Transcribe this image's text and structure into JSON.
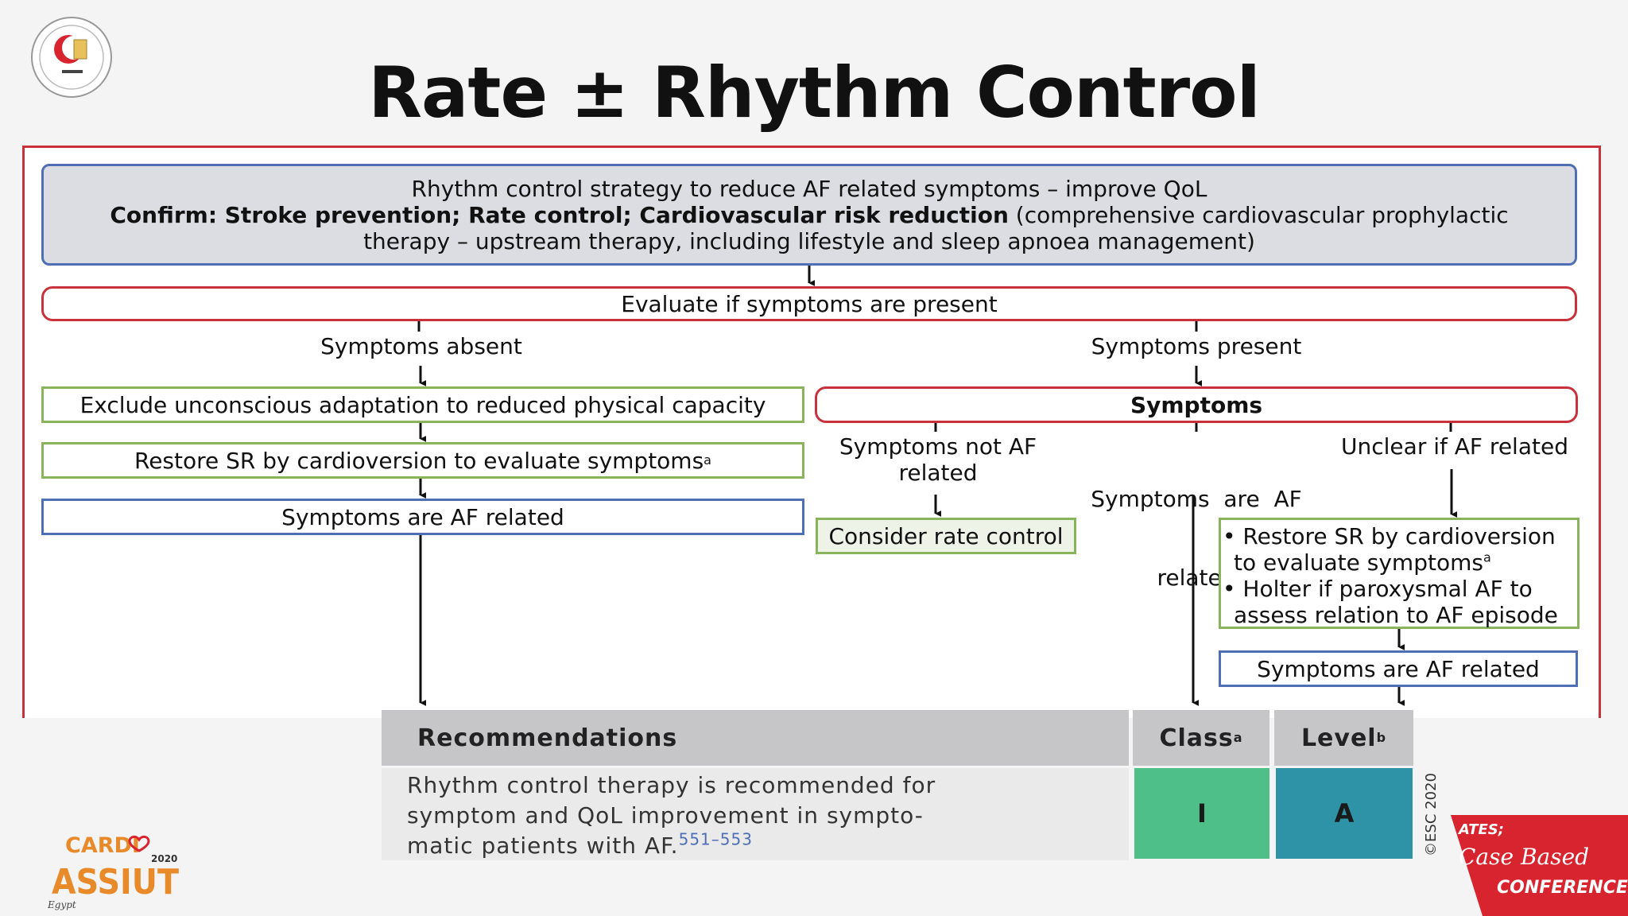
{
  "title": "Rate ± Rhythm Control",
  "flow": {
    "top_line1": "Rhythm control strategy to reduce AF related symptoms – improve QoL",
    "top_line2_bold": "Confirm: Stroke prevention; Rate control; Cardiovascular risk reduction",
    "top_line2_rest": " (comprehensive cardiovascular prophylactic",
    "top_line3": "therapy – upstream therapy, including lifestyle and sleep apnoea management)",
    "evaluate": "Evaluate if symptoms are present",
    "symptoms_absent": "Symptoms absent",
    "symptoms_present": "Symptoms present",
    "exclude": "Exclude unconscious adaptation to reduced physical capacity",
    "restore_sr": "Restore SR by cardioversion to evaluate symptoms",
    "restore_sup": "a",
    "af_related_left": "Symptoms are AF related",
    "symptoms_box": "Symptoms",
    "not_af_related_l1": "Symptoms not AF",
    "not_af_related_l2": "related",
    "are_af_related_l1": "Symptoms  are  AF",
    "are_af_related_l2": "related",
    "unclear": "Unclear if AF related",
    "rate_control": "Consider rate control",
    "bullet1_l1": "• Restore SR by cardioversion",
    "bullet1_l2": "to evaluate symptoms",
    "bullet1_sup": "a",
    "bullet2_l1": "• Holter if paroxysmal AF to",
    "bullet2_l2": "assess relation to AF episode",
    "af_related_right": "Symptoms are AF related"
  },
  "recommendations": {
    "header": "Recommendations",
    "class_header": "Class",
    "class_sup": "a",
    "level_header": "Level",
    "level_sup": "b",
    "text_l1": "Rhythm control therapy is recommended for",
    "text_l2": "symptom and QoL improvement in sympto-",
    "text_l3": "matic patients with AF.",
    "refs": "551–553",
    "class_value": "I",
    "level_value": "A",
    "esc_mark": "©ESC 2020"
  },
  "branding": {
    "cardio_top": "CARDI",
    "cardio_year": "2020",
    "cardio_bottom": "ASSIUT",
    "cardio_egypt": "Egypt",
    "badge_l1": "ATES;",
    "badge_l2": "Case Based",
    "badge_l3": "CONFERENCE"
  },
  "colors": {
    "frame_red": "#c8323c",
    "box_blue": "#4f6fb5",
    "box_green": "#8ab45c",
    "class_green": "#4fbf8a",
    "level_teal": "#2f93a8"
  }
}
